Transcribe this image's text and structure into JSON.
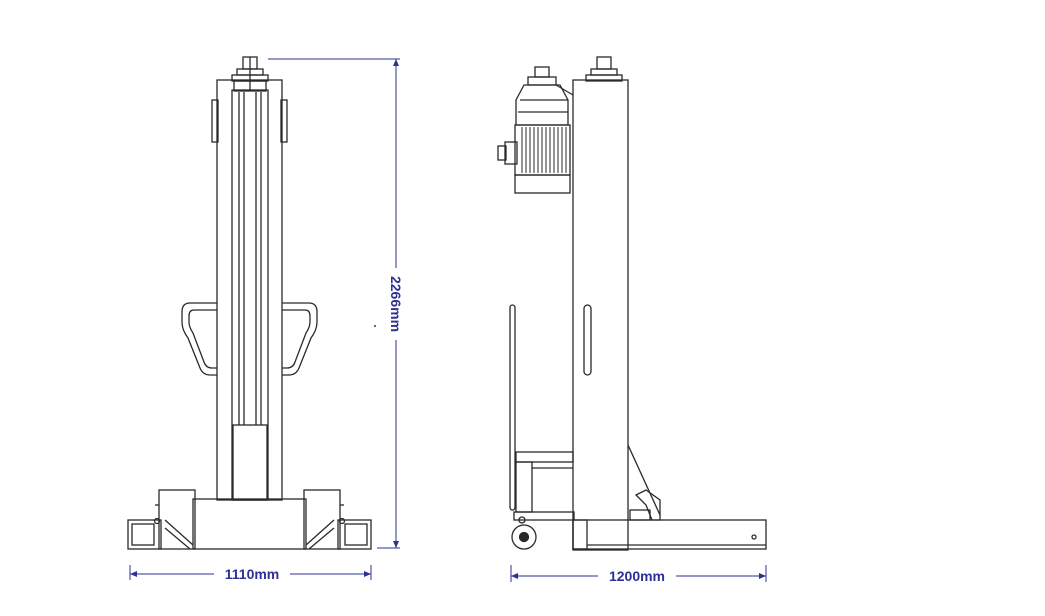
{
  "dimensions": {
    "height_label": "2266mm",
    "front_width_label": "1110mm",
    "side_width_label": "1200mm"
  },
  "colors": {
    "line": "#2a2a2a",
    "dimension": "#2e3192"
  }
}
